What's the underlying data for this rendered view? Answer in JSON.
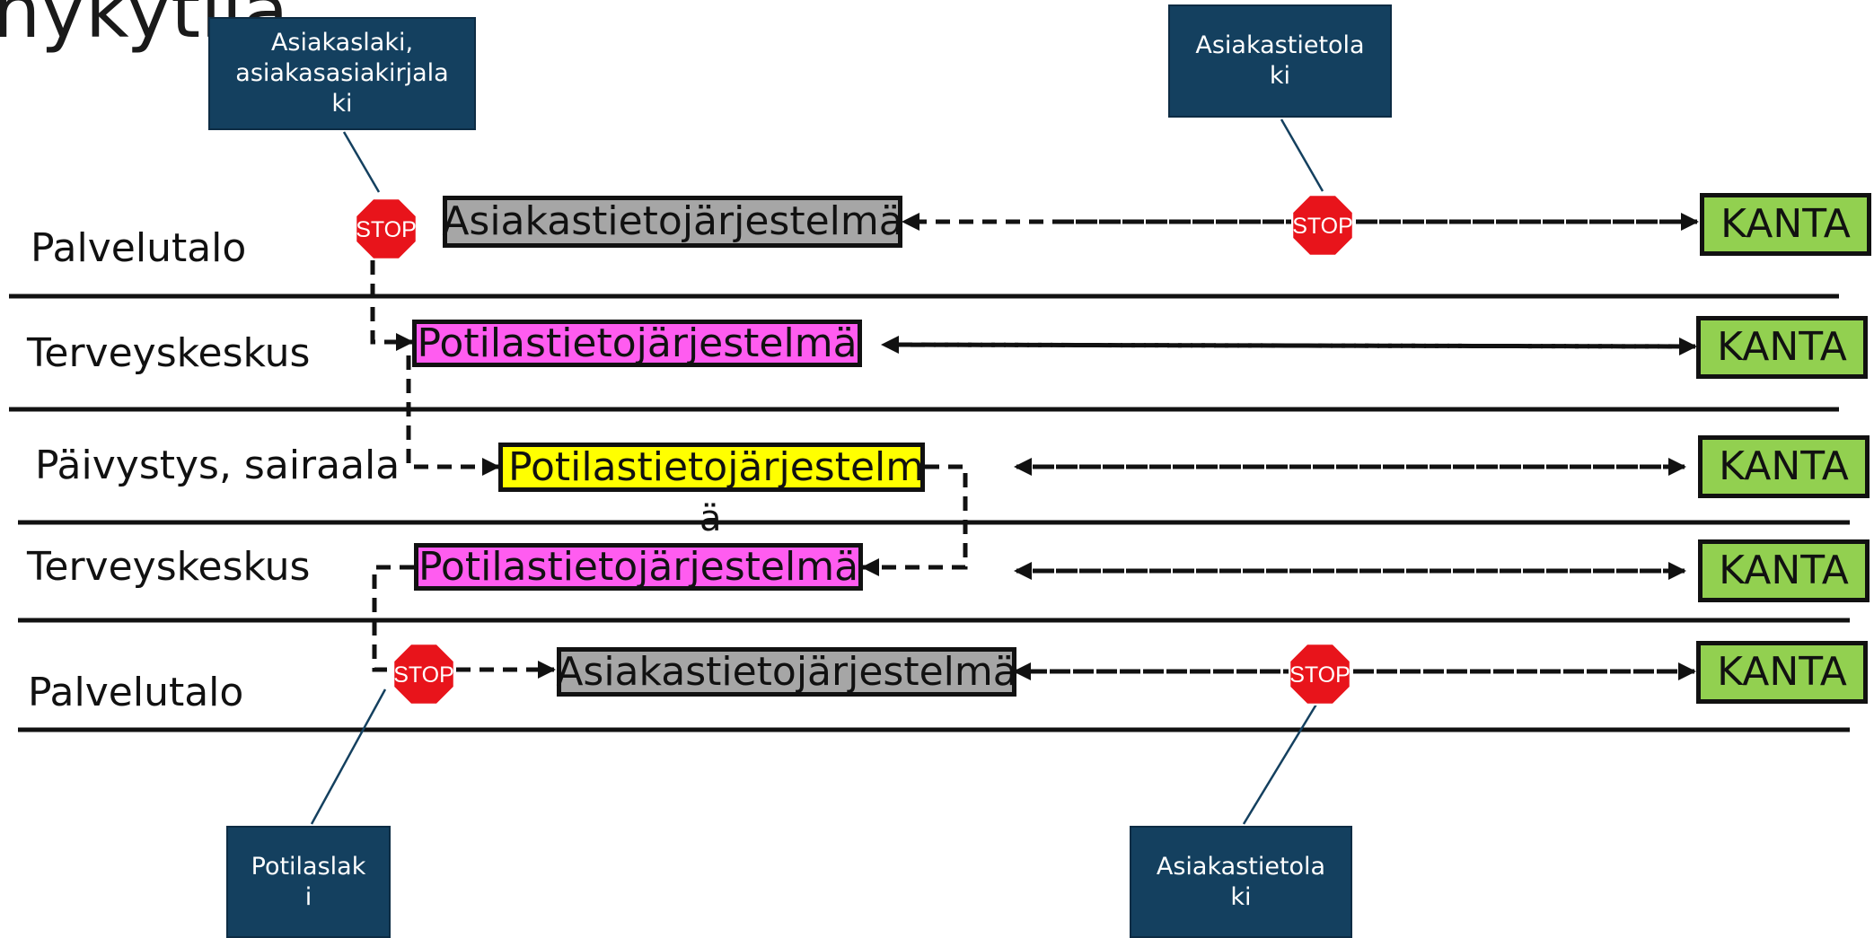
{
  "title": "nykytila",
  "lanes": [
    {
      "label": "Palvelutalo"
    },
    {
      "label": "Terveyskeskus"
    },
    {
      "label": "Päivystys, sairaala"
    },
    {
      "label": "Terveyskeskus"
    },
    {
      "label": "Palvelutalo"
    }
  ],
  "systems": {
    "asiakastieto_top": "Asiakastietojärjestelmä",
    "potilastieto_tk1": "Potilastietojärjestelmä",
    "potilastieto_sairaala": "Potilastietojärjestelm",
    "potilastieto_sairaala_wrap": "ä",
    "potilastieto_tk2": "Potilastietojärjestelmä",
    "asiakastieto_bottom": "Asiakastietojärjestelmä"
  },
  "kanta": [
    "KANTA",
    "KANTA",
    "KANTA",
    "KANTA",
    "KANTA"
  ],
  "notes": {
    "asiakaslaki": "Asiakaslaki,\nasiakasasiakirjala\nki",
    "asiakastietolaki_top": "Asiakastietola\nki",
    "potilaslaki": "Potilaslak\ni",
    "asiakastietolaki_bottom": "Asiakastietola\nki"
  },
  "stop_sign_text": "STOP",
  "colors": {
    "asiakastieto": "#a6a6a6",
    "potilastieto_tk": "#ff5cf0",
    "potilastieto_sairaala": "#ffff00",
    "kanta": "#92d050",
    "note": "#14405f",
    "stop": "#e8141b"
  }
}
